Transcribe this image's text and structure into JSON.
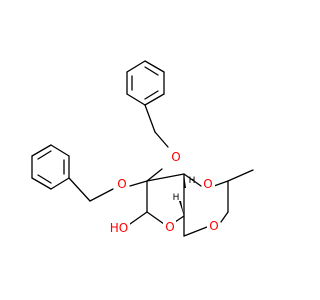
{
  "colors": {
    "oxygen": "#ff0000",
    "carbon_bonds": "#000000",
    "hydrogen": "#000000",
    "background": "#ffffff"
  },
  "labels": {
    "o_top": "O",
    "o_left": "O",
    "o_ring_right_upper": "O",
    "o_ring_right_lower": "O",
    "o_ring_pyran": "O",
    "oh": "HO",
    "h_upper": "H",
    "h_lower": "H"
  }
}
